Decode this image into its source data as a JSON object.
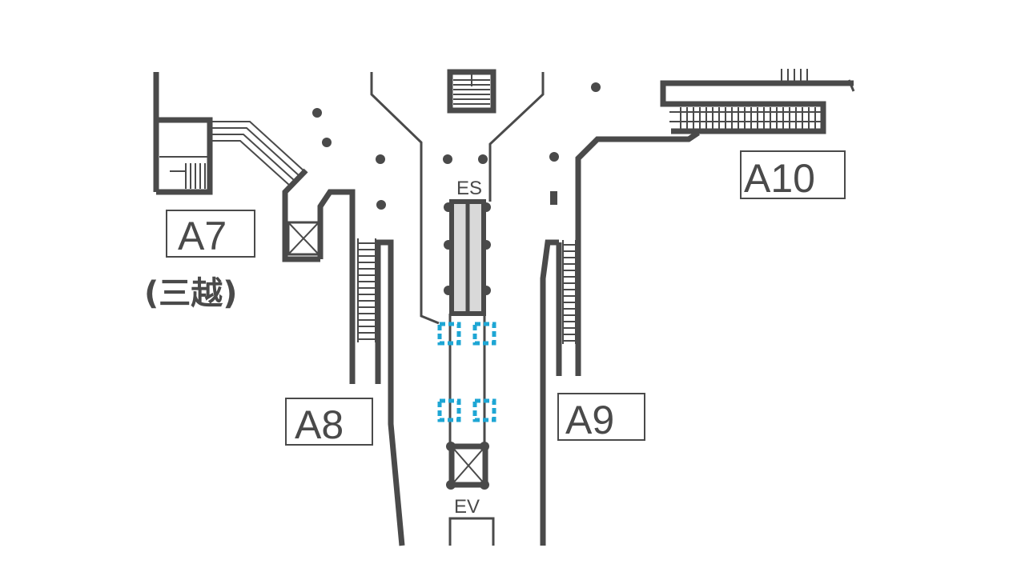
{
  "map": {
    "exits": [
      {
        "id": "A7",
        "label": "A7",
        "sublabel": "(三越)"
      },
      {
        "id": "A8",
        "label": "A8"
      },
      {
        "id": "A9",
        "label": "A9"
      },
      {
        "id": "A10",
        "label": "A10"
      }
    ],
    "facilities": {
      "escalator_label": "ES",
      "elevator_label": "EV"
    },
    "colors": {
      "wall": "#4a4a4a",
      "accessible_marker": "#1ea6d4",
      "background": "#ffffff"
    },
    "icons": [
      "stairs-icon",
      "escalator-icon",
      "elevator-icon",
      "pillar-icon",
      "accessible-gate-icon"
    ]
  }
}
